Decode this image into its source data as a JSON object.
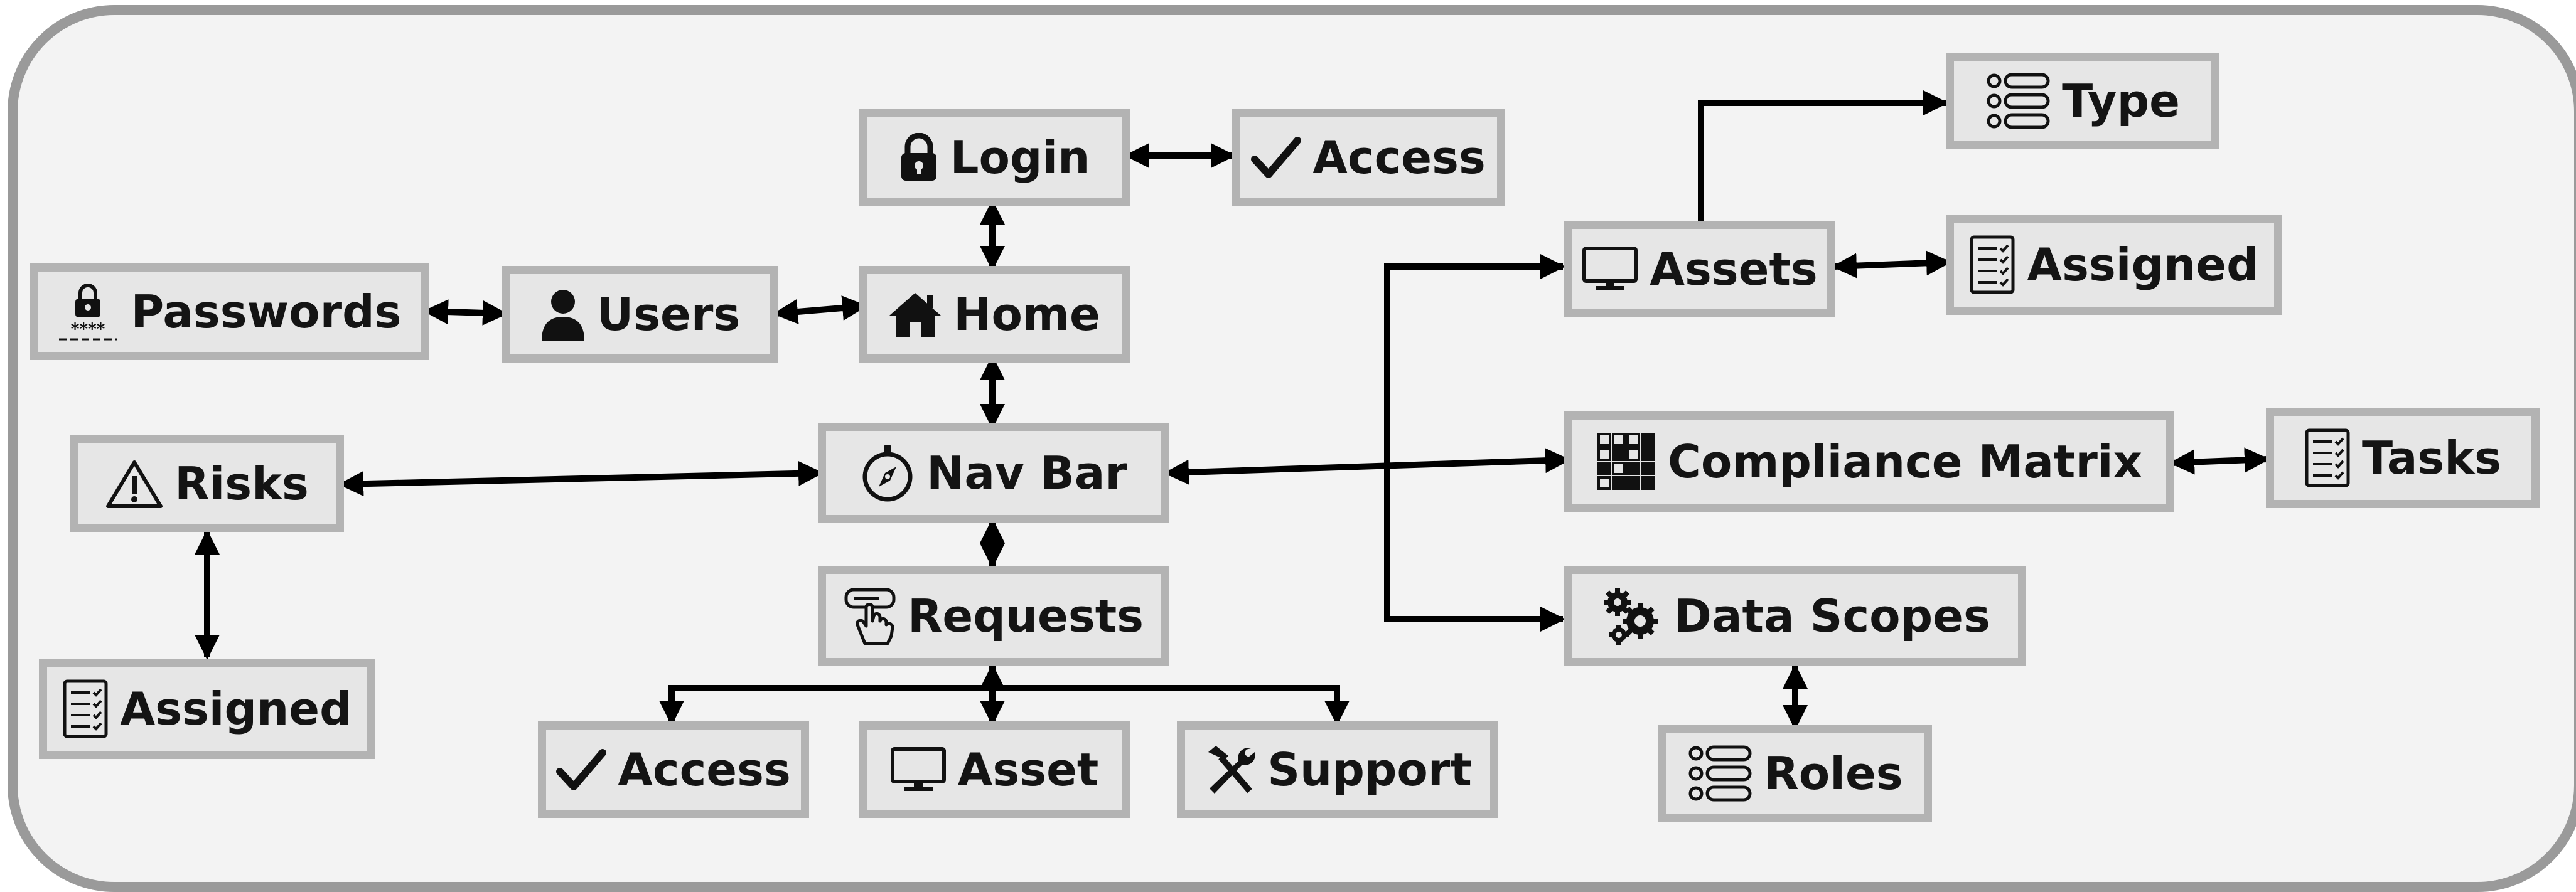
{
  "diagram": {
    "nodes": {
      "login": {
        "label": "Login",
        "icon": "lock-icon"
      },
      "access_top": {
        "label": "Access",
        "icon": "check-icon"
      },
      "passwords": {
        "label": "Passwords",
        "icon": "password-lock-icon"
      },
      "users": {
        "label": "Users",
        "icon": "user-icon"
      },
      "home": {
        "label": "Home",
        "icon": "home-icon"
      },
      "navbar": {
        "label": "Nav Bar",
        "icon": "compass-icon"
      },
      "risks": {
        "label": "Risks",
        "icon": "warning-icon"
      },
      "risks_assigned": {
        "label": "Assigned",
        "icon": "checklist-icon"
      },
      "requests": {
        "label": "Requests",
        "icon": "pointer-click-icon"
      },
      "req_access": {
        "label": "Access",
        "icon": "check-icon"
      },
      "req_asset": {
        "label": "Asset",
        "icon": "monitor-icon"
      },
      "req_support": {
        "label": "Support",
        "icon": "tools-icon"
      },
      "type": {
        "label": "Type",
        "icon": "list-icon"
      },
      "assets": {
        "label": "Assets",
        "icon": "monitor-icon"
      },
      "assets_assigned": {
        "label": "Assigned",
        "icon": "checklist-icon"
      },
      "compliance": {
        "label": "Compliance Matrix",
        "icon": "grid-matrix-icon"
      },
      "tasks": {
        "label": "Tasks",
        "icon": "checklist-icon"
      },
      "datascopes": {
        "label": "Data Scopes",
        "icon": "gears-icon"
      },
      "roles": {
        "label": "Roles",
        "icon": "list-icon"
      }
    },
    "colors": {
      "box_fill": "#e6e6e6",
      "box_border": "#b3b3b3",
      "frame_border": "#9a9a9a",
      "background": "#f3f3f3",
      "edge": "#000000"
    }
  }
}
